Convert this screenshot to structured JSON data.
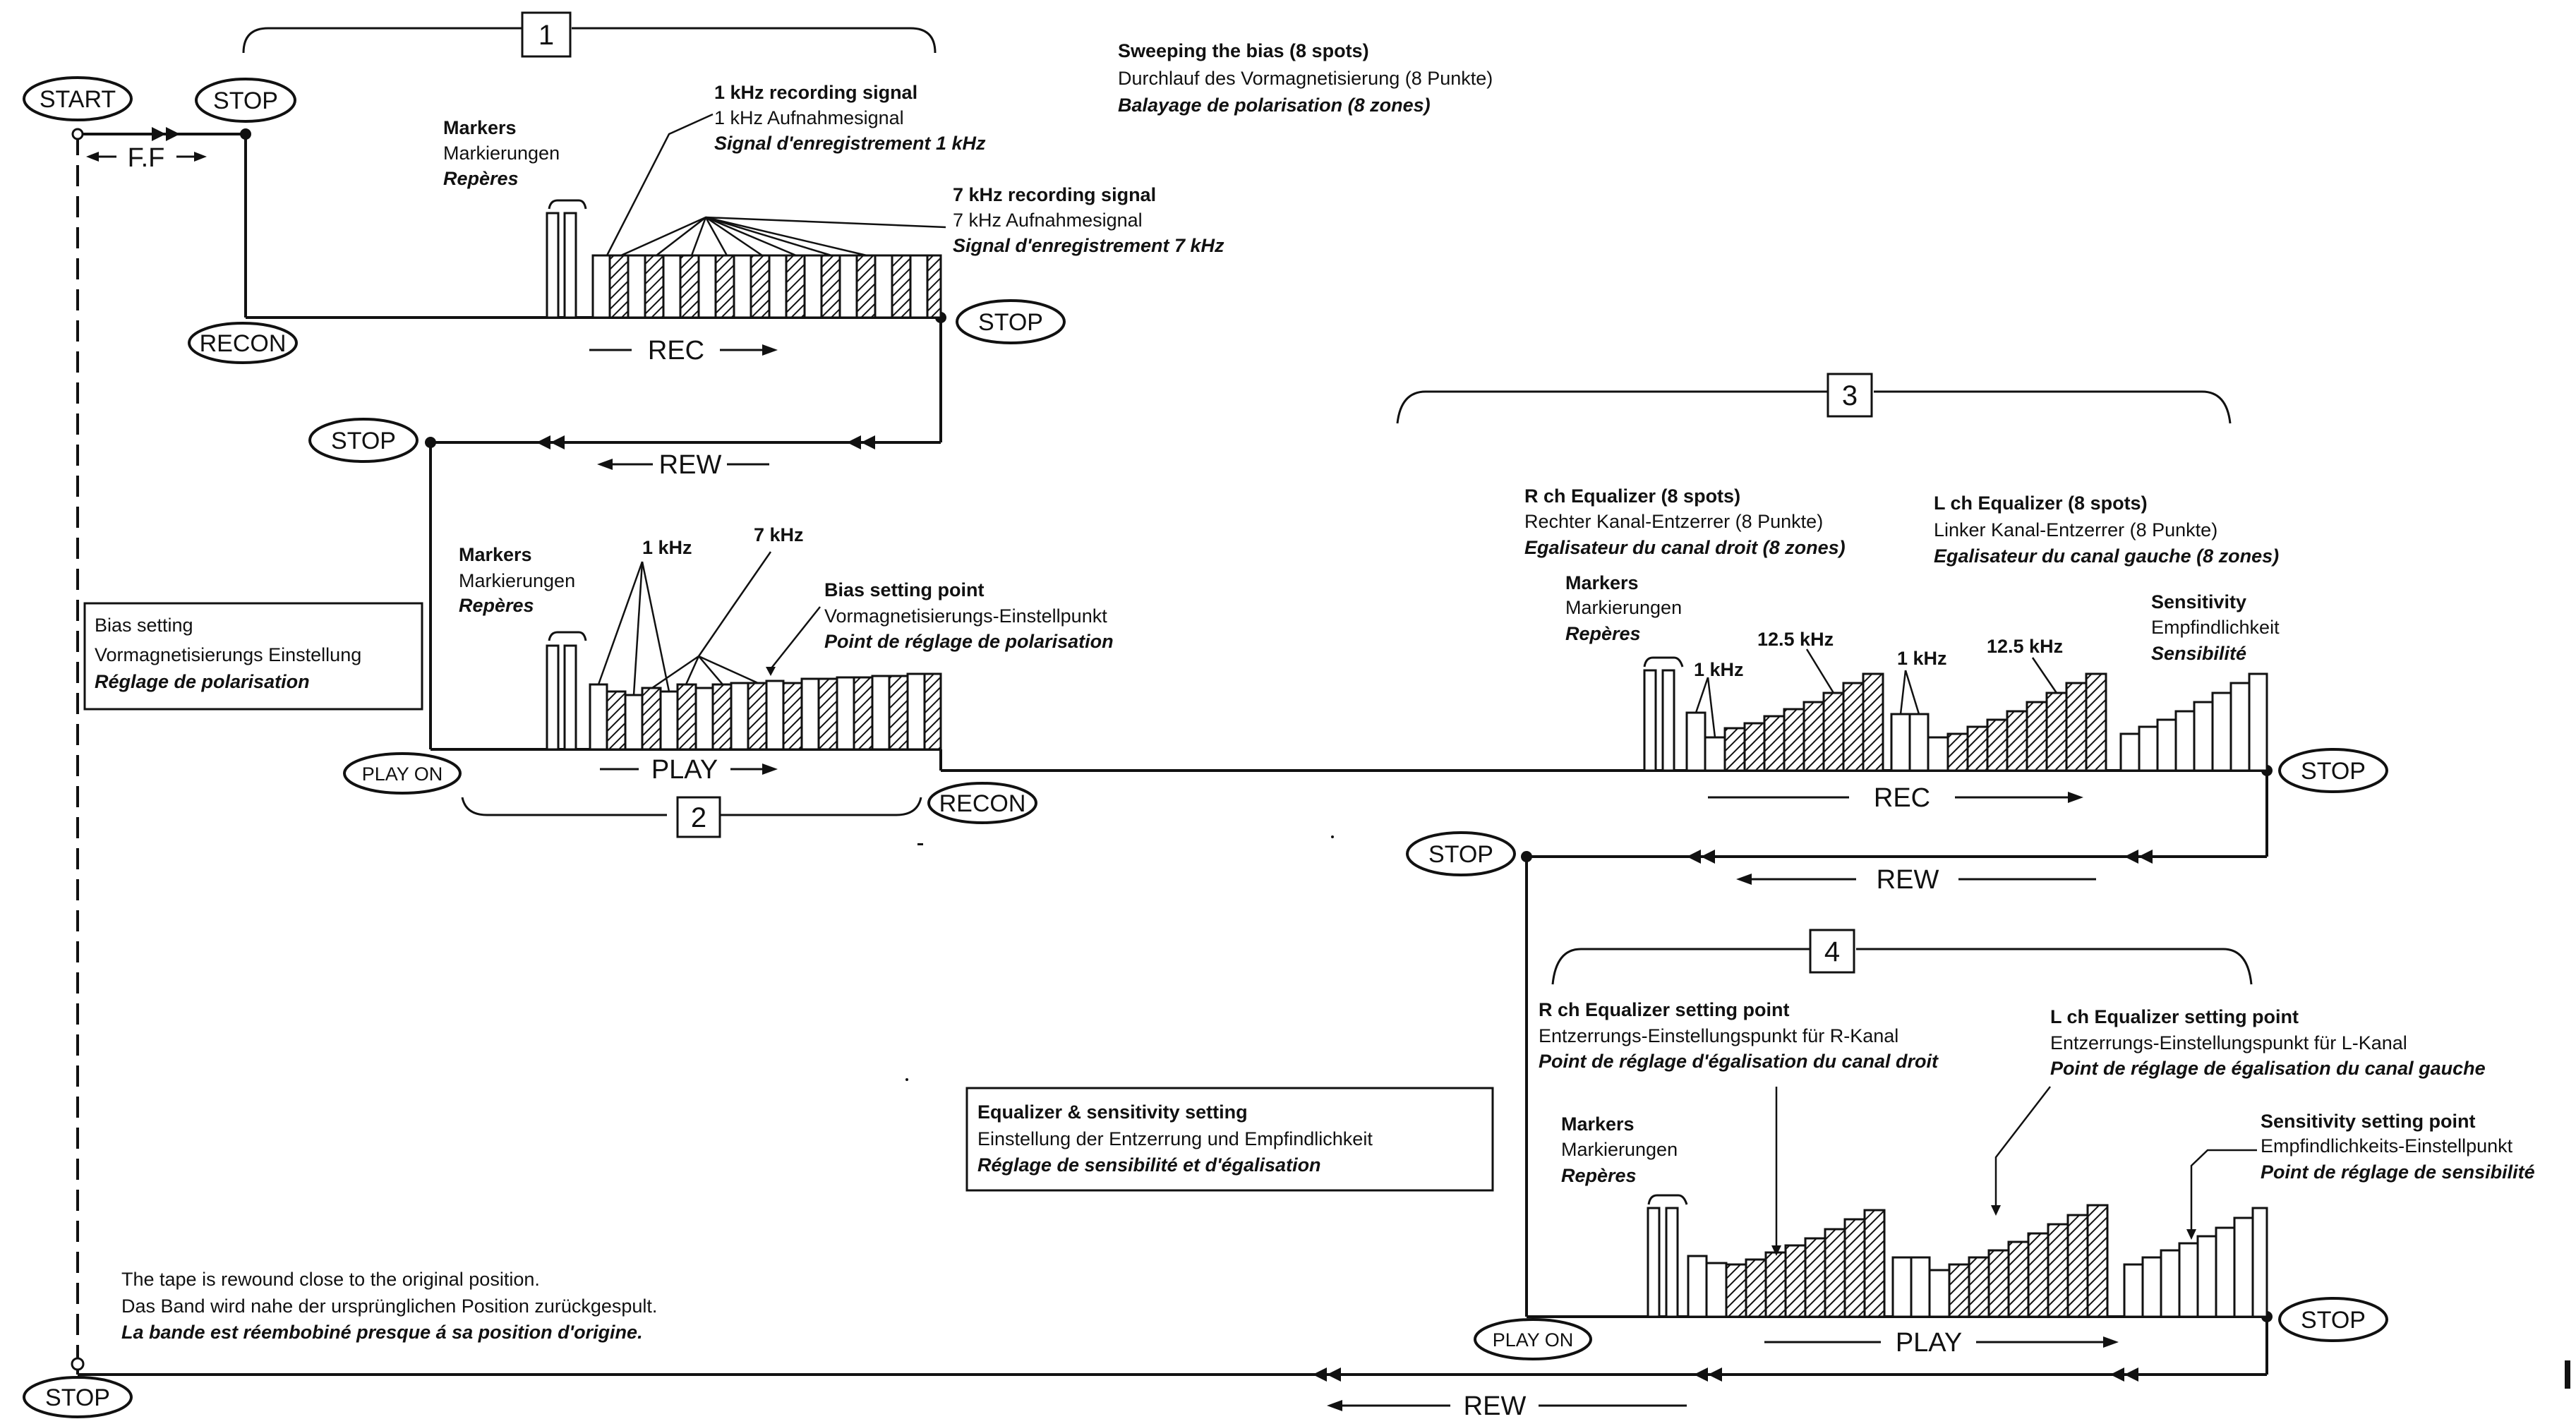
{
  "nodes": {
    "start": "START",
    "stop": "STOP",
    "recon": "RECON",
    "playon": "PLAY ON"
  },
  "transport": {
    "ff": "F.F",
    "rec": "REC",
    "rew": "REW",
    "play": "PLAY"
  },
  "steps": [
    "1",
    "2",
    "3",
    "4"
  ],
  "markers": [
    "Markers",
    "Markierungen",
    "Repères"
  ],
  "step1": {
    "sweep": [
      "Sweeping the bias (8 spots)",
      "Durchlauf des Vormagnetisierung (8 Punkte)",
      "Balayage de polarisation (8 zones)"
    ],
    "signal_1k": [
      "1 kHz recording signal",
      "1 kHz Aufnahmesignal",
      "Signal d'enregistrement 1 kHz"
    ],
    "signal_7k": [
      "7 kHz recording signal",
      "7 kHz Aufnahmesignal",
      "Signal d'enregistrement 7 kHz"
    ]
  },
  "step2": {
    "box": [
      "Bias setting",
      "Vormagnetisierungs Einstellung",
      "Réglage de polarisation"
    ],
    "f1": "1 kHz",
    "f7": "7 kHz",
    "point": [
      "Bias setting point",
      "Vormagnetisierungs-Einstellpunkt",
      "Point de réglage de polarisation"
    ]
  },
  "step3": {
    "rch": [
      "R ch Equalizer (8 spots)",
      "Rechter Kanal-Entzerrer (8 Punkte)",
      "Egalisateur du canal droit (8 zones)"
    ],
    "lch": [
      "L ch Equalizer (8 spots)",
      "Linker Kanal-Entzerrer (8 Punkte)",
      "Egalisateur du canal gauche (8 zones)"
    ],
    "sens": [
      "Sensitivity",
      "Empfindlichkeit",
      "Sensibilité"
    ],
    "f1": "1 kHz",
    "f125": "12.5 kHz"
  },
  "step4": {
    "box": [
      "Equalizer & sensitivity setting",
      "Einstellung der Entzerrung und Empfindlichkeit",
      "Réglage de sensibilité et d'égalisation"
    ],
    "rch": [
      "R ch Equalizer setting point",
      "Entzerrungs-Einstellungspunkt für R-Kanal",
      "Point de réglage d'égalisation du canal droit"
    ],
    "lch": [
      "L ch Equalizer setting point",
      "Entzerrungs-Einstellungspunkt für L-Kanal",
      "Point de réglage de égalisation du canal gauche"
    ],
    "sens": [
      "Sensitivity setting point",
      "Empfindlichkeits-Einstellpunkt",
      "Point de réglage de sensibilité"
    ]
  },
  "rewind_note": [
    "The tape is rewound close to the original position.",
    "Das Band wird nahe der ursprünglichen Position zurückgespult.",
    "La bande est réembobiné presque á sa position d'origine."
  ]
}
